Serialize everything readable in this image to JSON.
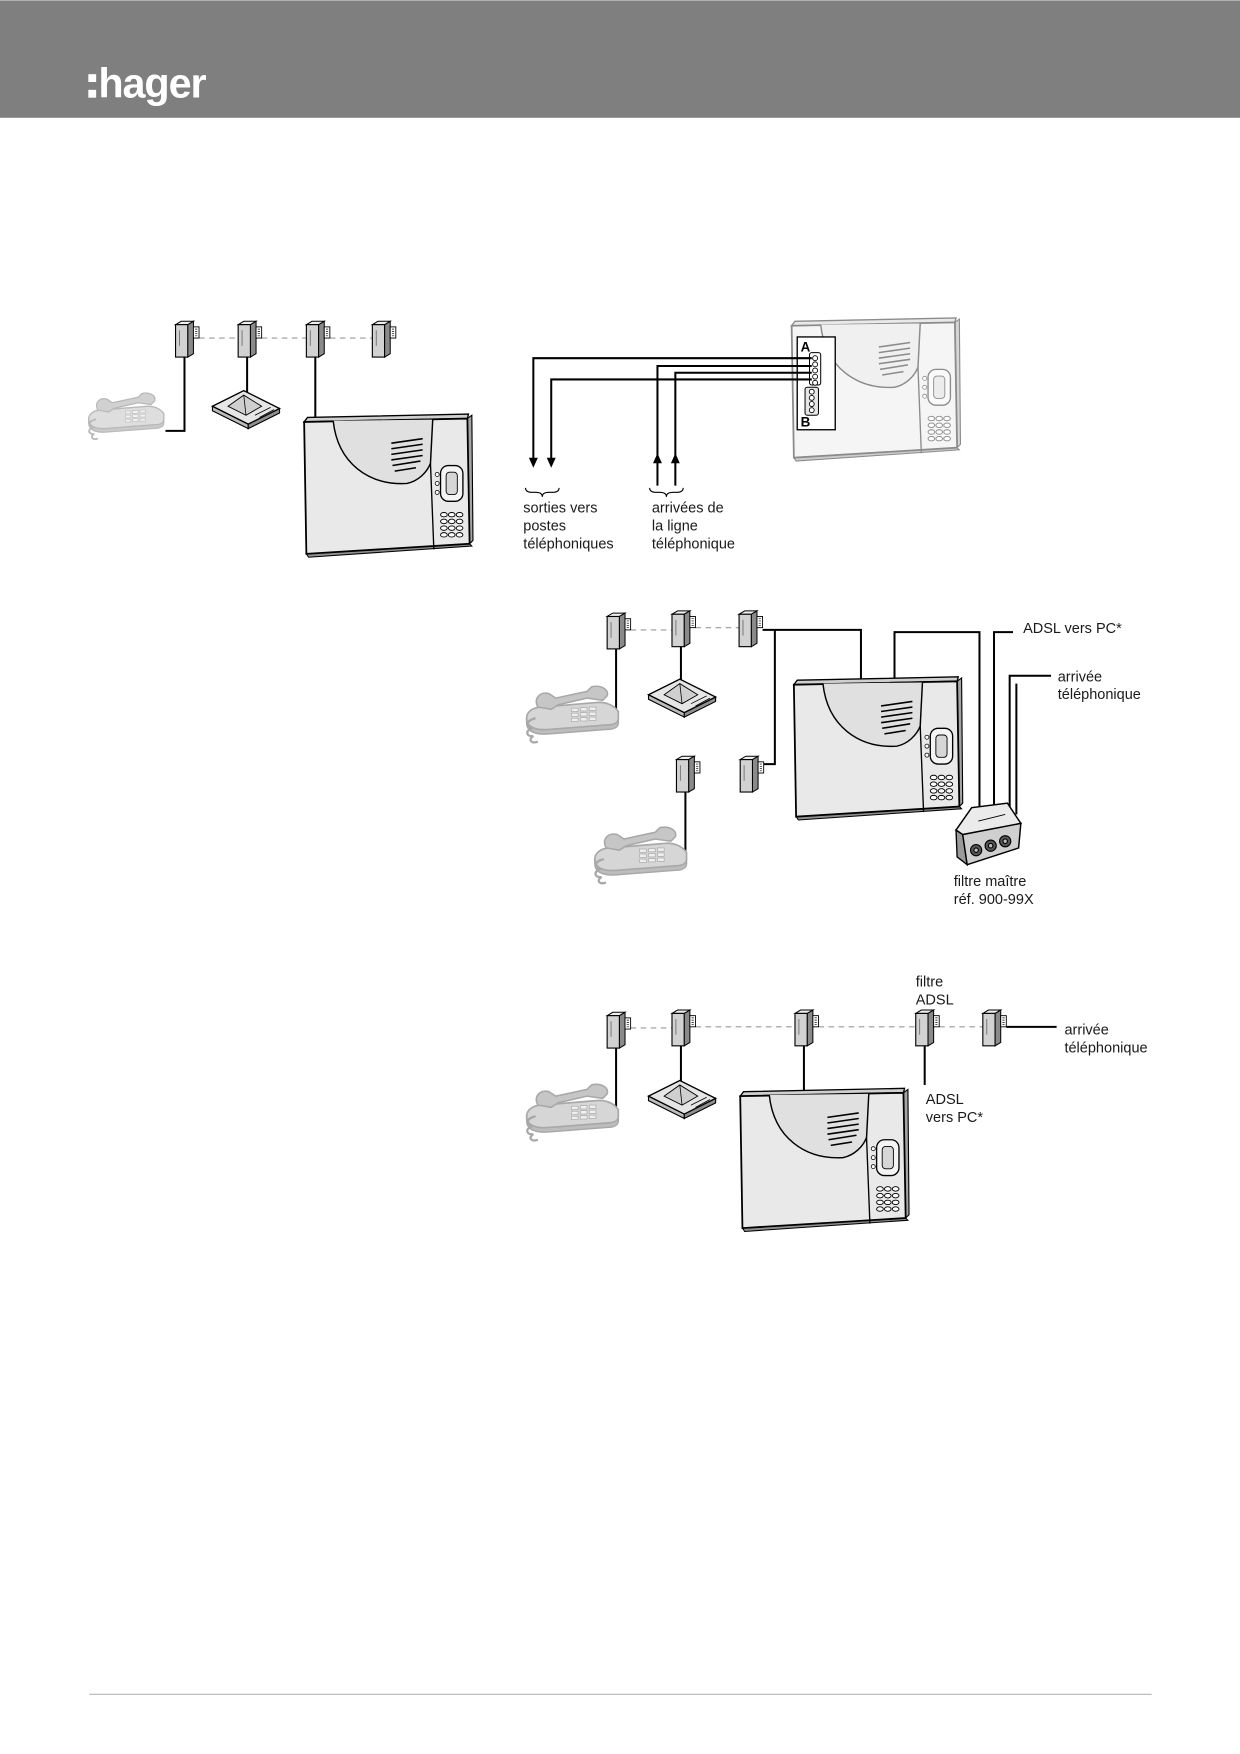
{
  "header": {
    "logo_text": "hager"
  },
  "colors": {
    "header_bg": "#7f7f7f",
    "logo": "#ffffff",
    "wire": "#000000",
    "dashed_link": "#9a9a9a",
    "footer_rule": "#b5b5b5"
  },
  "icons": [
    "telephone-icon",
    "modem-icon",
    "alarm-panel-icon",
    "telephone-socket-icon",
    "master-filter-icon",
    "adsl-filter-icon"
  ],
  "diagram_terminal": {
    "terminal_a": "A",
    "terminal_b": "B",
    "outputs_label": [
      "sorties vers",
      "postes",
      "téléphoniques"
    ],
    "inputs_label": [
      "arrivées de",
      "la ligne",
      "téléphonique"
    ]
  },
  "diagram_master_filter": {
    "adsl_label": "ADSL vers PC*",
    "line_in_label": [
      "arrivée",
      "téléphonique"
    ],
    "filter_label": [
      "filtre maître",
      "réf. 900-99X"
    ]
  },
  "diagram_adsl_filter": {
    "filter_label": [
      "filtre",
      "ADSL"
    ],
    "line_in_label": [
      "arrivée",
      "téléphonique"
    ],
    "adsl_label": [
      "ADSL",
      "vers PC*"
    ]
  }
}
